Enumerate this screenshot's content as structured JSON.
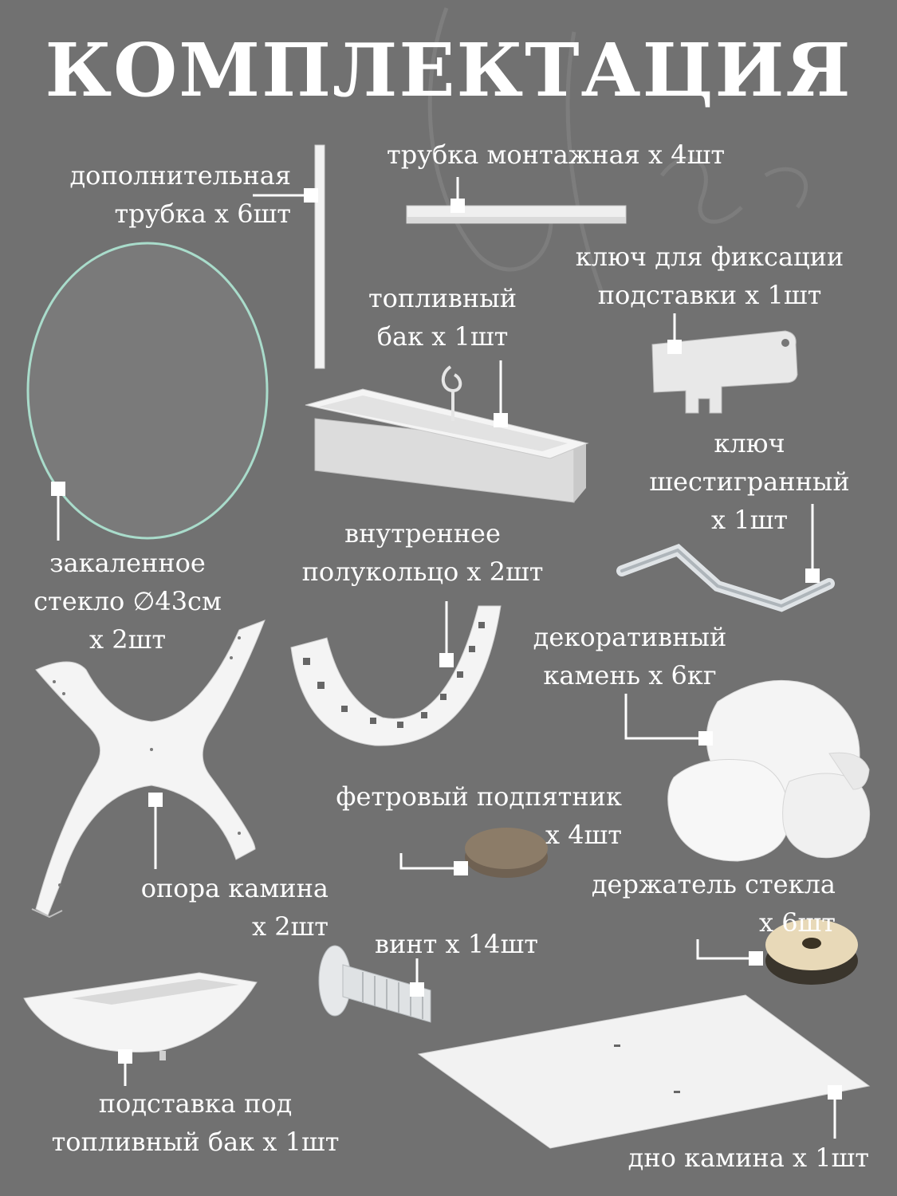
{
  "title": "КОМПЛЕКТАЦИЯ",
  "watermark": "Ignis",
  "colors": {
    "background": "#717171",
    "text": "#ffffff",
    "parts": "#ececec",
    "glass_edge": "#9fd6c4",
    "felt": "#8a7a66",
    "holder": "#e6d7b8"
  },
  "items": [
    {
      "id": "extra-tube",
      "lines": [
        "дополнительная",
        "трубка x 6шт"
      ]
    },
    {
      "id": "mount-tube",
      "lines": [
        "трубка монтажная x 4шт"
      ]
    },
    {
      "id": "stand-key",
      "lines": [
        "ключ для фиксации",
        "подставки x 1шт"
      ]
    },
    {
      "id": "fuel-tank",
      "lines": [
        "топливный",
        "бак x 1шт"
      ]
    },
    {
      "id": "hex-key",
      "lines": [
        "ключ",
        "шестигранный",
        "x 1шт"
      ]
    },
    {
      "id": "glass",
      "lines": [
        "закаленное",
        "стекло ∅43см",
        "x 2шт"
      ]
    },
    {
      "id": "half-ring",
      "lines": [
        "внутреннее",
        "полукольцо x 2шт"
      ]
    },
    {
      "id": "stone",
      "lines": [
        "декоративный",
        "камень x 6кг"
      ]
    },
    {
      "id": "support",
      "lines": [
        "опора камина",
        "x 2шт"
      ]
    },
    {
      "id": "felt-pad",
      "lines": [
        "фетровый подпятник",
        "x 4шт"
      ]
    },
    {
      "id": "glass-holder",
      "lines": [
        "держатель стекла",
        "x 6шт"
      ]
    },
    {
      "id": "screw",
      "lines": [
        "винт x 14шт"
      ]
    },
    {
      "id": "tank-stand",
      "lines": [
        "подставка под",
        "топливный бак x 1шт"
      ]
    },
    {
      "id": "base",
      "lines": [
        "дно камина x 1шт"
      ]
    }
  ]
}
